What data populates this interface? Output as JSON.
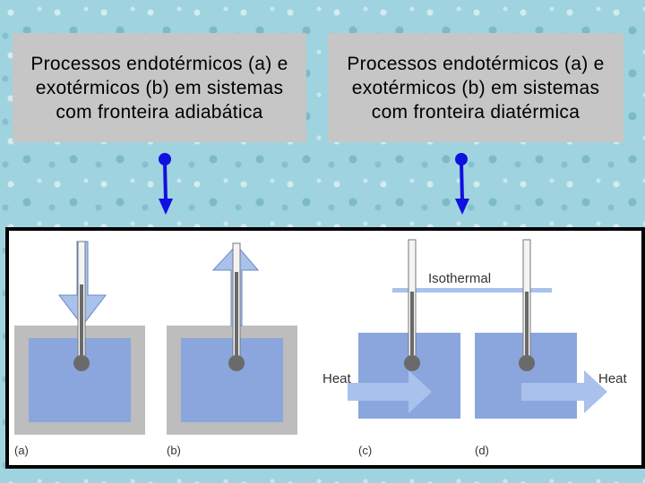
{
  "titles": {
    "left": "Processos endotérmicos (a) e exotérmicos (b) em sistemas com fronteira adiabática",
    "right": "Processos endotérmicos (a) e exotérmicos (b) em sistemas com fronteira diatérmica"
  },
  "figure": {
    "isothermal_label": "Isothermal",
    "heat_in_label": "Heat",
    "heat_out_label": "Heat",
    "panel_labels": [
      "(a)",
      "(b)",
      "(c)",
      "(d)"
    ]
  },
  "colors": {
    "pointer_arrow": "#1010e0",
    "system_fill": "#8aa6dc",
    "adiabatic_wall": "#bdbdbd",
    "heat_arrow": "#a8c2ec",
    "thermometer_stem": "#6a6a6a"
  }
}
